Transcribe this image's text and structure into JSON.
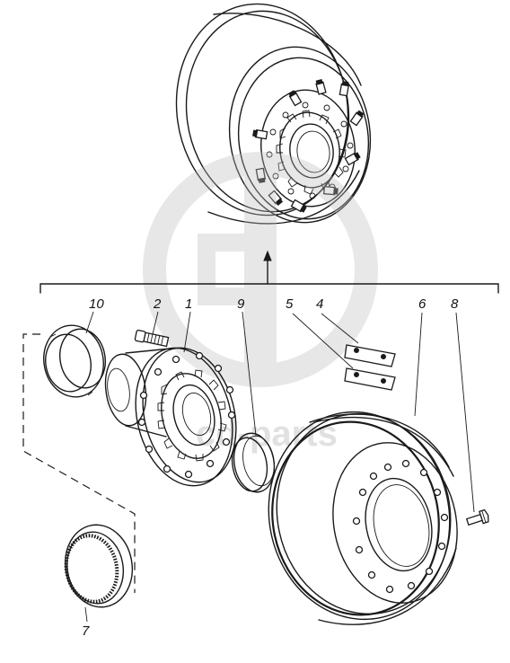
{
  "diagram": {
    "callouts": [
      {
        "id": "c10",
        "label": "10",
        "part": "inner-ring"
      },
      {
        "id": "c2",
        "label": "2",
        "part": "wheel-stud"
      },
      {
        "id": "c1",
        "label": "1",
        "part": "wheel-hub"
      },
      {
        "id": "c9",
        "label": "9",
        "part": "seal-ring"
      },
      {
        "id": "c5",
        "label": "5",
        "part": "lock-plate-lower"
      },
      {
        "id": "c4",
        "label": "4",
        "part": "lock-plate-upper"
      },
      {
        "id": "c6",
        "label": "6",
        "part": "brake-drum"
      },
      {
        "id": "c8",
        "label": "8",
        "part": "countersunk-screw"
      },
      {
        "id": "c7",
        "label": "7",
        "part": "abs-tone-ring"
      }
    ],
    "watermark": {
      "text": "cd-parts",
      "logo": "cd-parts-logo"
    }
  }
}
